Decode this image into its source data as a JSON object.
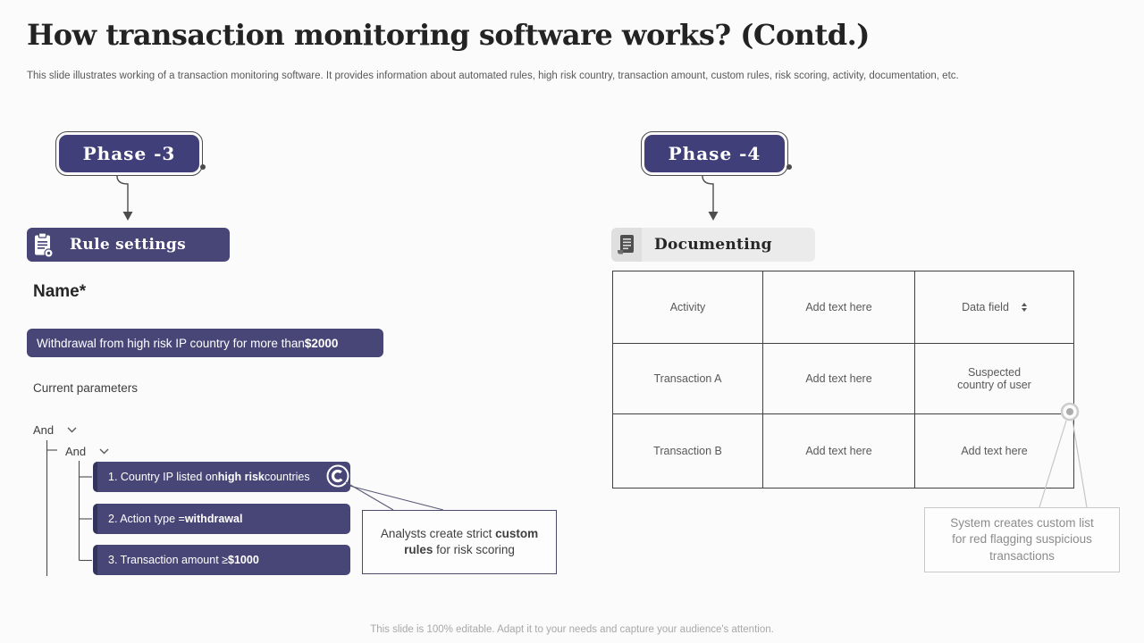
{
  "colors": {
    "navy": "#474677",
    "badge_navy": "#403f7a",
    "rule_strip_navy": "#34335e",
    "light_bar_gray": "#ebebeb",
    "table_border": "#414141",
    "muted_text": "#595959",
    "callout_gray_text": "#8c8c8c",
    "background": "#fbfbfb"
  },
  "header": {
    "title": "How transaction monitoring software works? (Contd.)",
    "subtitle": "This slide illustrates working of a transaction monitoring software. It provides information about automated rules, high risk country, transaction amount, custom rules, risk scoring, activity, documentation, etc."
  },
  "left_panel": {
    "phase_badge": "Phase -3",
    "section_title": "Rule settings",
    "section_icon": "clipboard-gear-icon",
    "name_label": "Name*",
    "rule_name": {
      "pre": "Withdrawal from high risk IP country for more than ",
      "bold": "$2000"
    },
    "params_label": "Current parameters",
    "condition_operator_1": "And",
    "condition_operator_2": "And",
    "operator_icon": "chevron-down-icon",
    "rules": [
      {
        "pre": "1. Country IP listed on ",
        "bold": "high risk",
        "post": " countries",
        "icon": "target-icon"
      },
      {
        "pre": "2. Action type = ",
        "bold": "withdrawal",
        "post": ""
      },
      {
        "pre": "3. Transaction amount ≥ ",
        "bold": "$1000",
        "post": ""
      }
    ],
    "callout": {
      "pre": "Analysts create strict ",
      "bold": "custom rules",
      "post": " for risk scoring"
    }
  },
  "right_panel": {
    "phase_badge": "Phase -4",
    "section_title": "Documenting",
    "section_icon": "scroll-icon",
    "table": {
      "sort_icon": "sort-arrows-icon",
      "rows": [
        [
          "Activity",
          "Add text here",
          "Data field"
        ],
        [
          "Transaction A",
          "Add text here",
          "Suspected\ncountry of user"
        ],
        [
          "Transaction B",
          "Add text here",
          "Add text here"
        ]
      ]
    },
    "callout": "System creates custom list for red flagging suspicious transactions",
    "marker_icon": "circle-marker-icon"
  },
  "footer": "This slide is 100% editable. Adapt it to your needs and capture your audience's attention."
}
